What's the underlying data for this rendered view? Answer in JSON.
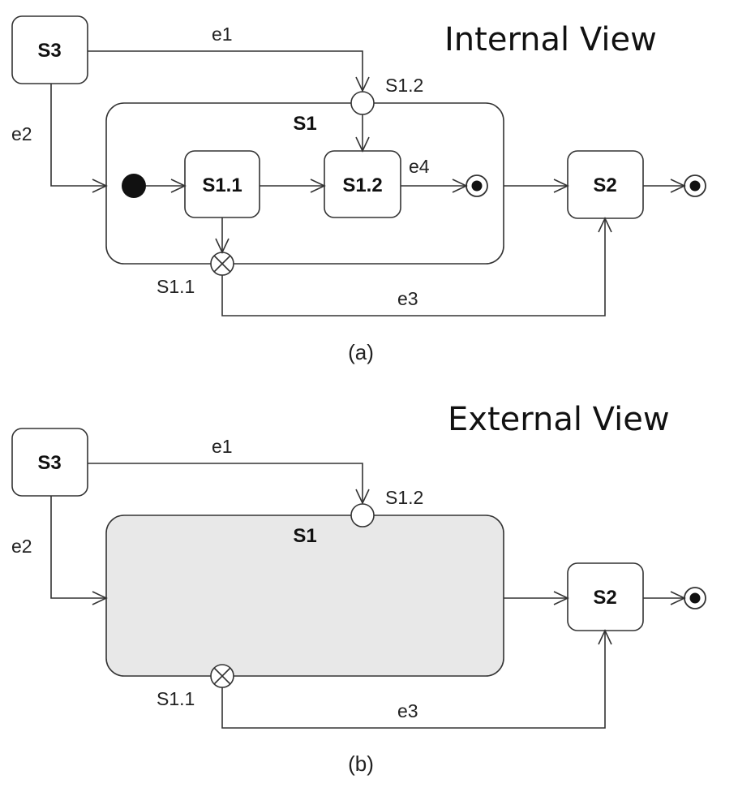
{
  "panels": [
    {
      "id": "a",
      "view_title": "Internal View",
      "caption": "(a)",
      "states": {
        "s3": "S3",
        "s1": "S1",
        "s1_1": "S1.1",
        "s1_2": "S1.2",
        "s2": "S2"
      },
      "pseudostates": {
        "entry_point": "S1.2",
        "exit_point": "S1.1"
      },
      "transitions": {
        "e1": "e1",
        "e2": "e2",
        "e3": "e3",
        "e4": "e4"
      }
    },
    {
      "id": "b",
      "view_title": "External View",
      "caption": "(b)",
      "states": {
        "s3": "S3",
        "s1": "S1",
        "s2": "S2"
      },
      "pseudostates": {
        "entry_point": "S1.2",
        "exit_point": "S1.1"
      },
      "transitions": {
        "e1": "e1",
        "e2": "e2",
        "e3": "e3"
      }
    }
  ],
  "colors": {
    "stroke": "#333333",
    "collapsed_fill": "#e8e8e8"
  }
}
